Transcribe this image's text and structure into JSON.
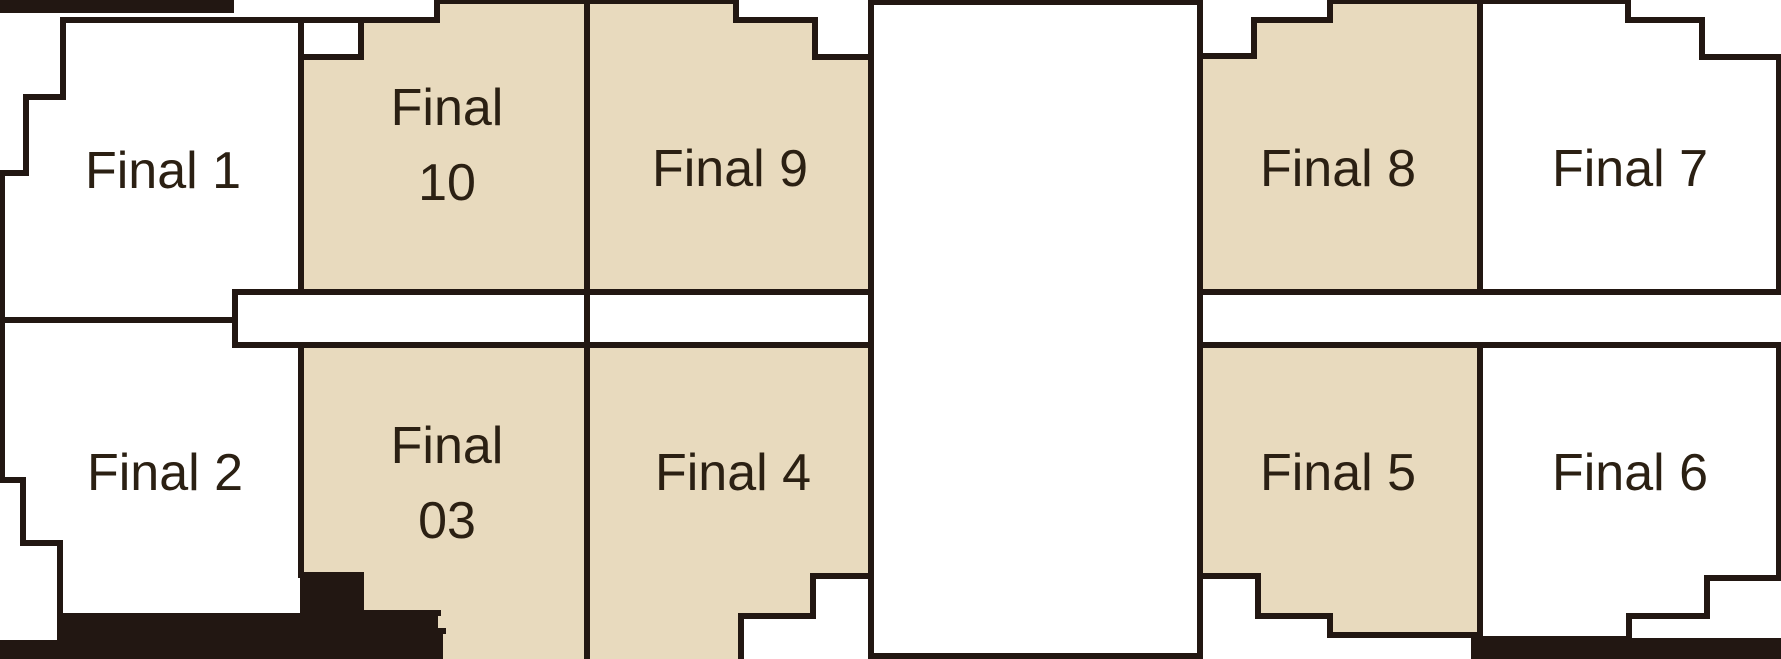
{
  "floorplan": {
    "type": "floor-plan",
    "rooms": [
      {
        "id": "final-1",
        "label": "Final 1",
        "highlighted": false
      },
      {
        "id": "final-10",
        "label": "Final 10",
        "lines": [
          "Final",
          "10"
        ],
        "highlighted": true
      },
      {
        "id": "final-9",
        "label": "Final 9",
        "highlighted": true
      },
      {
        "id": "final-8",
        "label": "Final 8",
        "highlighted": true
      },
      {
        "id": "final-7",
        "label": "Final 7",
        "highlighted": false
      },
      {
        "id": "final-2",
        "label": "Final 2",
        "highlighted": false
      },
      {
        "id": "final-03",
        "label": "Final 03",
        "lines": [
          "Final",
          "03"
        ],
        "highlighted": true
      },
      {
        "id": "final-4",
        "label": "Final 4",
        "highlighted": true
      },
      {
        "id": "final-5",
        "label": "Final 5",
        "highlighted": true
      },
      {
        "id": "final-6",
        "label": "Final 6",
        "highlighted": false
      }
    ],
    "colors": {
      "highlight_fill": "#e8dabe",
      "wall": "#221712",
      "label_text": "#2b2013",
      "background": "#ffffff"
    }
  }
}
